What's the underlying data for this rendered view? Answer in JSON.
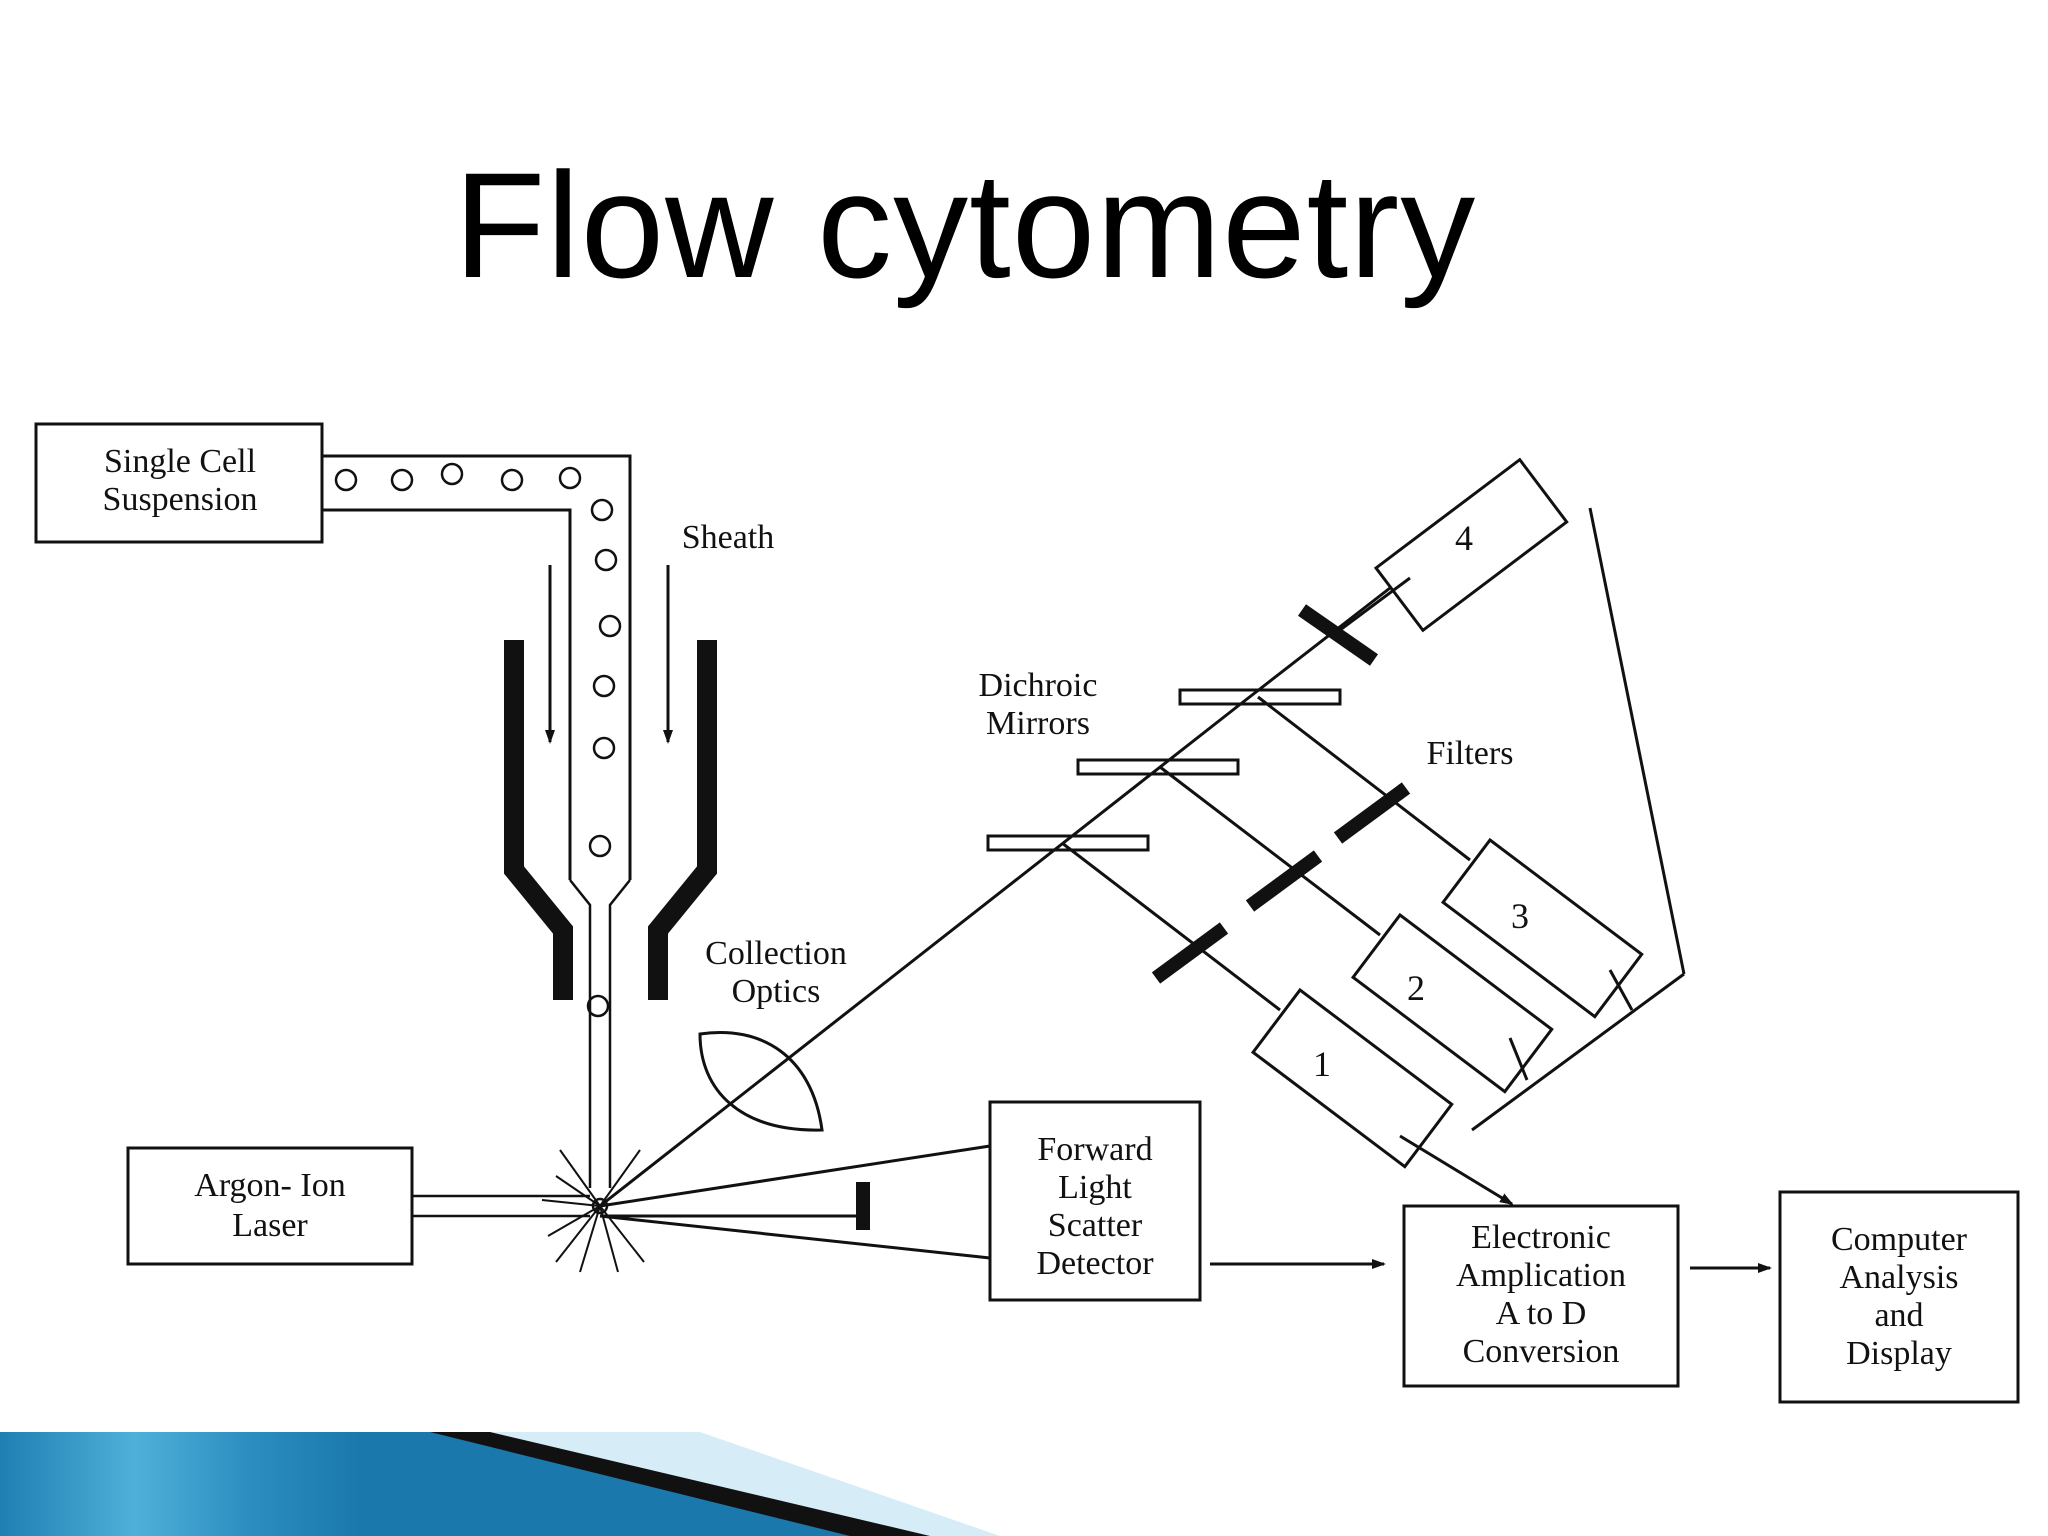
{
  "slide": {
    "title": "Flow cytometry"
  },
  "diagram": {
    "source_box": [
      "Single Cell",
      "Suspension"
    ],
    "sheath_label": "Sheath",
    "laser_box": [
      "Argon- Ion",
      "Laser"
    ],
    "collection_optics": [
      "Collection",
      "Optics"
    ],
    "dichroic_mirrors": [
      "Dichroic",
      "Mirrors"
    ],
    "filters_label": "Filters",
    "detectors": [
      "1",
      "2",
      "3",
      "4"
    ],
    "forward_scatter_box": [
      "Forward",
      "Light",
      "Scatter",
      "Detector"
    ],
    "electronics_box": [
      "Electronic",
      "Amplication",
      "A to D",
      "Conversion"
    ],
    "computer_box": [
      "Computer",
      "Analysis",
      "and",
      "Display"
    ]
  },
  "colors": {
    "ink": "#111111",
    "banner_blue": "#3a9fd0",
    "banner_light": "#d6ecf6",
    "banner_dark": "#111111"
  }
}
